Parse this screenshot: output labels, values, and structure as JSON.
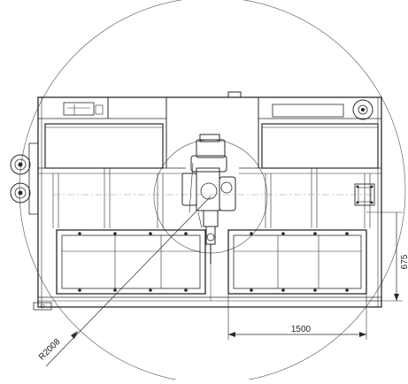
{
  "drawing": {
    "dim_width": "1500",
    "dim_height": "675",
    "dim_radius": "R2008"
  },
  "colors": {
    "line": "#2a2a2a",
    "thin": "#555555",
    "paper": "#ffffff"
  }
}
